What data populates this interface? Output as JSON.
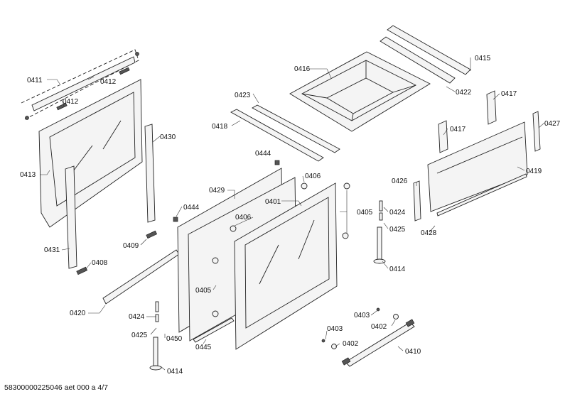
{
  "labels": {
    "p0411": "0411",
    "p0412a": "0412",
    "p0412b": "0412",
    "p0413": "0413",
    "p0430": "0430",
    "p0431": "0431",
    "p0409": "0409",
    "p0408": "0408",
    "p0420": "0420",
    "p0429": "0429",
    "p0444a": "0444",
    "p0444b": "0444",
    "p0406a": "0406",
    "p0406b": "0406",
    "p0401": "0401",
    "p0405a": "0405",
    "p0405b": "0405",
    "p0424a": "0424",
    "p0425a": "0425",
    "p0450": "0450",
    "p0445": "0445",
    "p0414a": "0414",
    "p0416": "0416",
    "p0423": "0423",
    "p0418": "0418",
    "p0415": "0415",
    "p0422": "0422",
    "p0417a": "0417",
    "p0417b": "0417",
    "p0427": "0427",
    "p0419": "0419",
    "p0426": "0426",
    "p0424b": "0424",
    "p0425b": "0425",
    "p0428": "0428",
    "p0414b": "0414",
    "p0403a": "0403",
    "p0402a": "0402",
    "p0403b": "0403",
    "p0402b": "0402",
    "p0410": "0410"
  },
  "footer": "58300000225046 aet 000 a 4/7"
}
